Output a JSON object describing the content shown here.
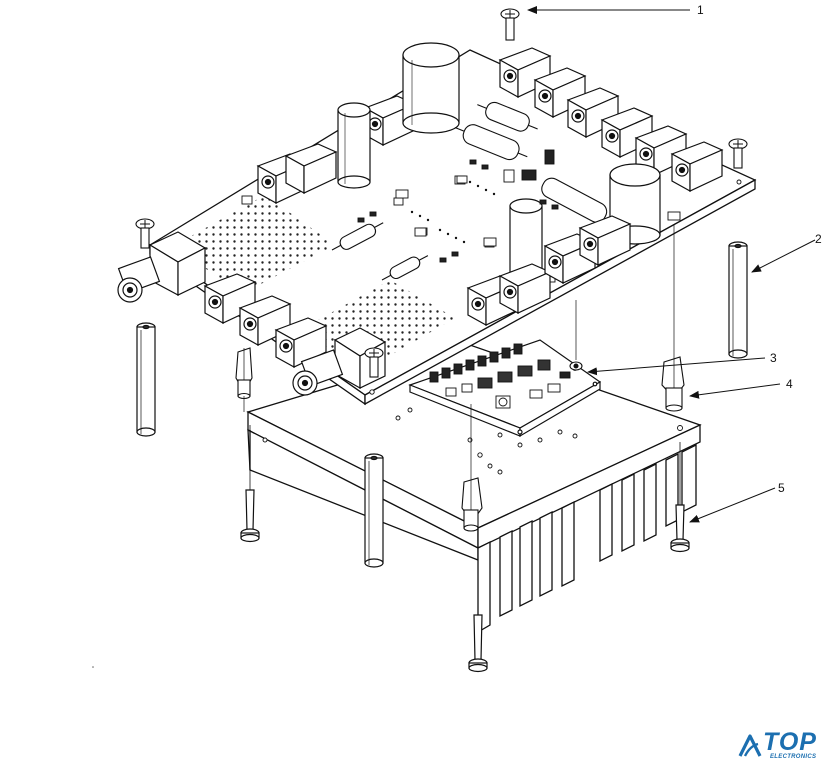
{
  "callouts": [
    {
      "id": "1",
      "label": "1"
    },
    {
      "id": "2",
      "label": "2"
    },
    {
      "id": "3",
      "label": "3"
    },
    {
      "id": "4",
      "label": "4"
    },
    {
      "id": "5",
      "label": "5"
    }
  ],
  "logo": {
    "main": "TOP",
    "sub": "ELECTRONICS",
    "color": "#1c6fb0"
  }
}
